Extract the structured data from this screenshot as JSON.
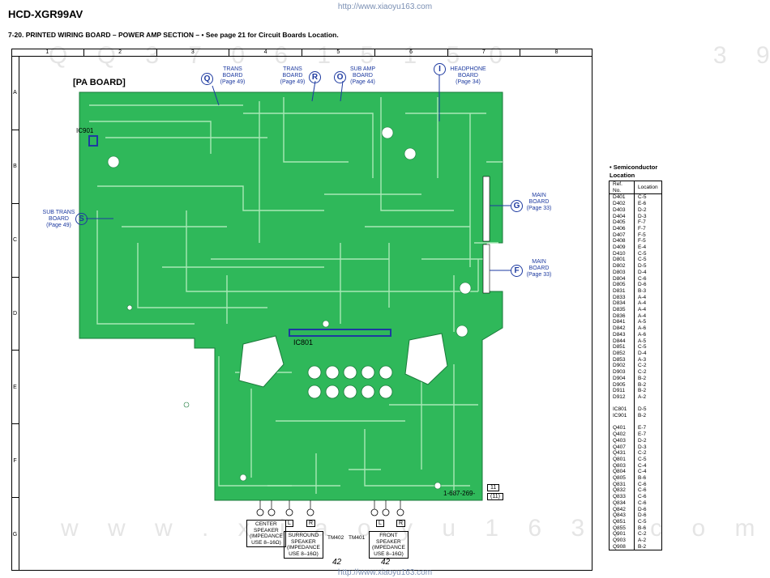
{
  "header": {
    "model": "HCD-XGR99AV",
    "url": "http://www.xiaoyu163.com",
    "section_title": "7-20. PRINTED WIRING BOARD – POWER AMP SECTION –  • See page 21 for Circuit Boards Location."
  },
  "grid": {
    "columns": [
      "1",
      "2",
      "3",
      "4",
      "5",
      "6",
      "7",
      "8"
    ],
    "rows": [
      "A",
      "B",
      "C",
      "D",
      "E",
      "F",
      "G"
    ]
  },
  "board": {
    "name": "[PA BOARD]",
    "ic_labels": [
      "IC901",
      "IC801"
    ],
    "part_number": "1-687-269-",
    "box_numbers": [
      "11",
      "(11)"
    ],
    "tm_labels": [
      "TM402",
      "TM401"
    ],
    "connectors": {
      "trans_q": {
        "letter": "Q",
        "name": "TRANS\nBOARD",
        "page": "(Page 49)"
      },
      "trans_r": {
        "letter": "R",
        "name": "TRANS\nBOARD",
        "page": "(Page 49)"
      },
      "sub_amp": {
        "letter": "O",
        "name": "SUB AMP\nBOARD",
        "page": "(Page 44)"
      },
      "headphone": {
        "letter": "I",
        "name": "HEADPHONE\nBOARD",
        "page": "(Page 34)"
      },
      "sub_trans": {
        "letter": "S",
        "name": "SUB TRANS\nBOARD",
        "page": "(Page 49)"
      },
      "main_g": {
        "letter": "G",
        "name": "MAIN\nBOARD",
        "page": "(Page 33)"
      },
      "main_f": {
        "letter": "F",
        "name": "MAIN\nBOARD",
        "page": "(Page 33)"
      }
    },
    "speakers": {
      "center": "CENTER\nSPEAKER\n(IMPEDANCE\nUSE 8–16Ω)",
      "surround": "SURROUND\nSPEAKER\n(IMPEDANCE\nUSE 8–16Ω)",
      "front": "FRONT\nSPEAKER\n(IMPEDANCE\nUSE 8–16Ω)",
      "terminal_labels": [
        "L",
        "R",
        "L",
        "R"
      ]
    }
  },
  "page_numbers": [
    "42",
    "42"
  ],
  "semiconductor": {
    "title": "• Semiconductor\n  Location",
    "headers": [
      "Ref. No.",
      "Location"
    ],
    "rows": [
      [
        "D401",
        "C-5"
      ],
      [
        "D402",
        "E-6"
      ],
      [
        "D403",
        "D-2"
      ],
      [
        "D404",
        "D-3"
      ],
      [
        "D405",
        "F-7"
      ],
      [
        "D406",
        "F-7"
      ],
      [
        "D407",
        "F-5"
      ],
      [
        "D408",
        "F-5"
      ],
      [
        "D409",
        "E-4"
      ],
      [
        "D410",
        "C-5"
      ],
      [
        "D801",
        "C-5"
      ],
      [
        "D802",
        "D-5"
      ],
      [
        "D803",
        "D-4"
      ],
      [
        "D804",
        "C-6"
      ],
      [
        "D805",
        "D-6"
      ],
      [
        "D831",
        "B-3"
      ],
      [
        "D833",
        "A-4"
      ],
      [
        "D834",
        "A-4"
      ],
      [
        "D835",
        "A-4"
      ],
      [
        "D836",
        "A-4"
      ],
      [
        "D841",
        "A-5"
      ],
      [
        "D842",
        "A-6"
      ],
      [
        "D843",
        "A-6"
      ],
      [
        "D844",
        "A-5"
      ],
      [
        "D851",
        "C-5"
      ],
      [
        "D852",
        "D-4"
      ],
      [
        "D853",
        "A-3"
      ],
      [
        "D902",
        "C-2"
      ],
      [
        "D903",
        "C-2"
      ],
      [
        "D904",
        "B-2"
      ],
      [
        "D905",
        "B-2"
      ],
      [
        "D911",
        "B-2"
      ],
      [
        "D912",
        "A-2"
      ],
      [
        "",
        ""
      ],
      [
        "IC801",
        "D-5"
      ],
      [
        "IC901",
        "B-2"
      ],
      [
        "",
        ""
      ],
      [
        "Q401",
        "E-7"
      ],
      [
        "Q402",
        "E-7"
      ],
      [
        "Q403",
        "D-2"
      ],
      [
        "Q407",
        "D-3"
      ],
      [
        "Q431",
        "C-2"
      ],
      [
        "Q801",
        "C-5"
      ],
      [
        "Q803",
        "C-4"
      ],
      [
        "Q804",
        "C-4"
      ],
      [
        "Q805",
        "B-6"
      ],
      [
        "Q831",
        "C-6"
      ],
      [
        "Q832",
        "C-6"
      ],
      [
        "Q833",
        "C-6"
      ],
      [
        "Q834",
        "C-6"
      ],
      [
        "Q842",
        "D-6"
      ],
      [
        "Q843",
        "D-6"
      ],
      [
        "Q851",
        "C-5"
      ],
      [
        "Q855",
        "B-6"
      ],
      [
        "Q901",
        "C-2"
      ],
      [
        "Q903",
        "A-2"
      ],
      [
        "Q908",
        "B-2"
      ]
    ]
  },
  "colors": {
    "board": "#2fb85a",
    "trace": "#a8e8b6",
    "label": "#1d3aa0"
  }
}
